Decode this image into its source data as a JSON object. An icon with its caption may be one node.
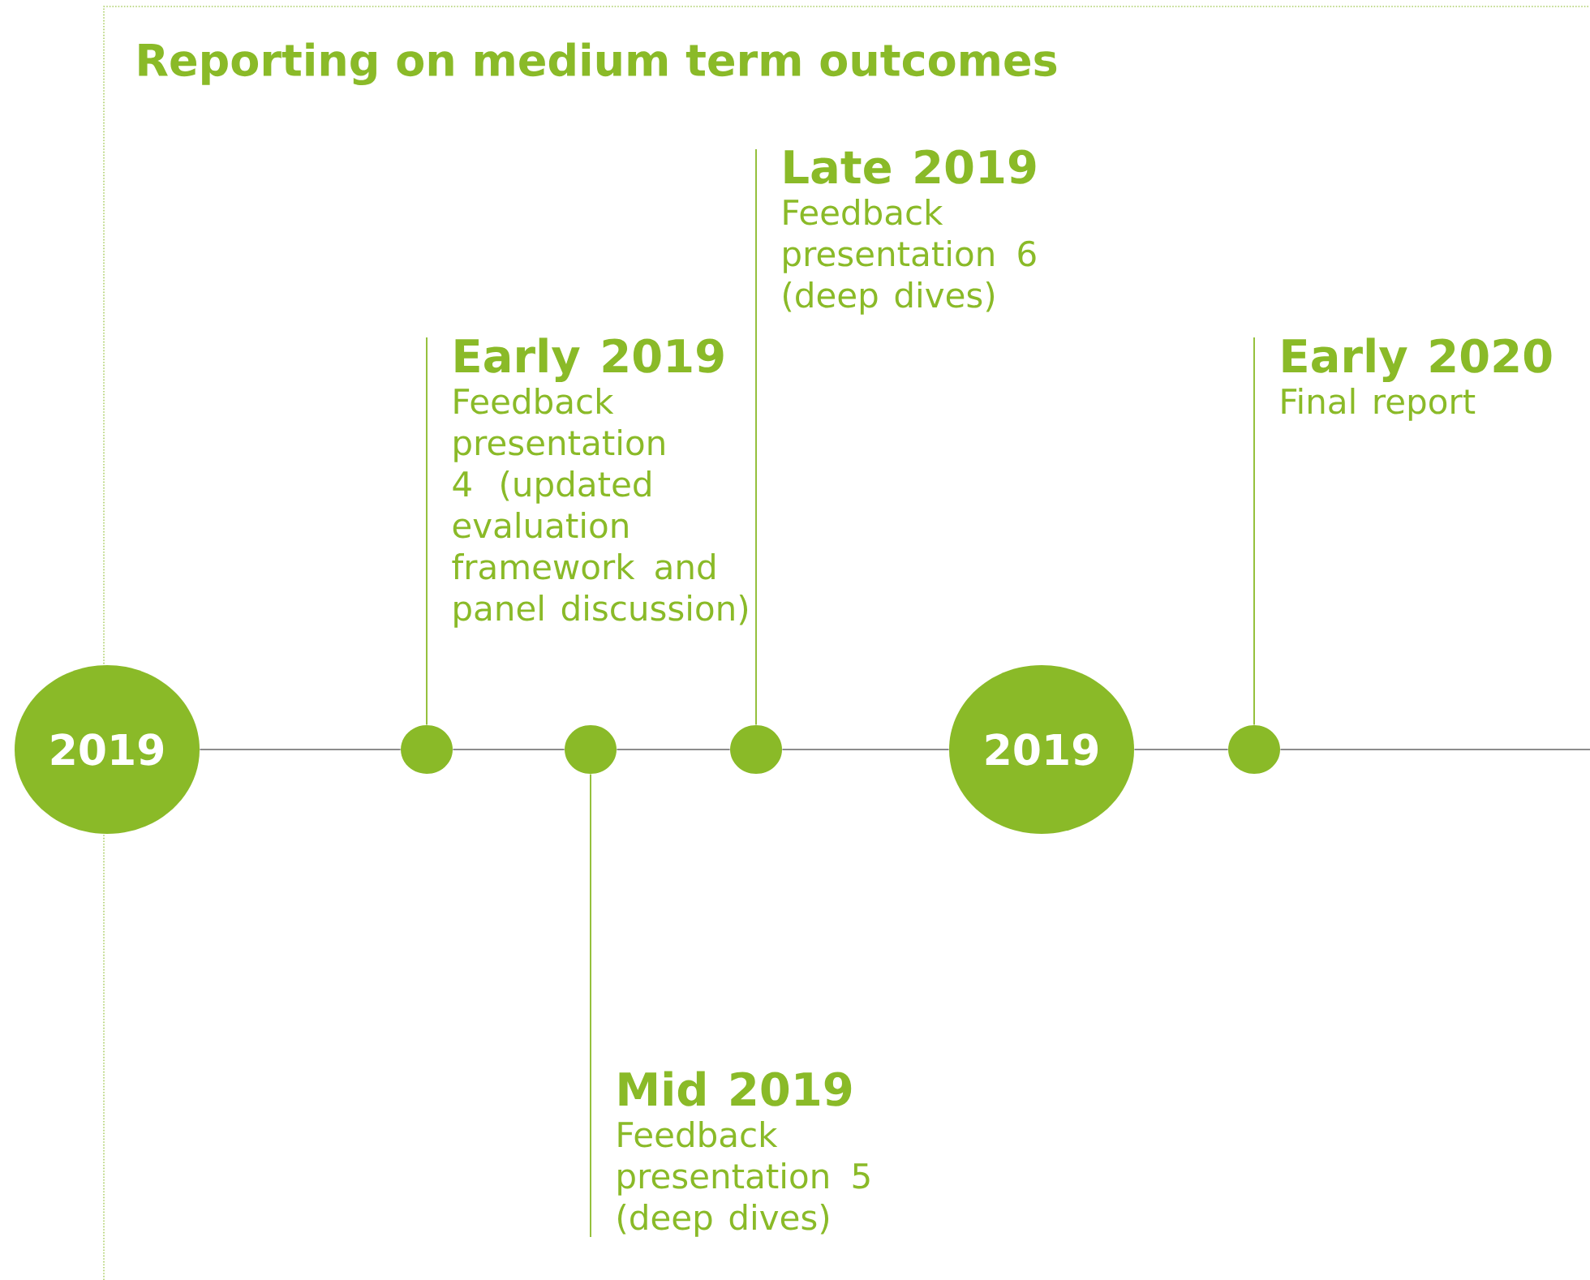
{
  "diagram": {
    "title": "Reporting on medium term outcomes",
    "nodes": [
      {
        "text": [
          "2019"
        ]
      },
      {
        "text": [],
        "shape": "circle"
      },
      {
        "text": [],
        "shape": "circle"
      },
      {
        "text": [],
        "shape": "circle"
      },
      {
        "text": [
          "2019"
        ]
      },
      {
        "text": [],
        "shape": "circle"
      },
      {
        "text": [
          "Early 2019",
          "Feedback presentation 4 (updated evaluation framework and panel discussion)"
        ]
      },
      {
        "text": [
          "Late 2019",
          "Feedback presentation 6 (deep dives)"
        ]
      },
      {
        "text": [
          "Mid 2019",
          "Feedback presentation 5 (deep dives)"
        ]
      },
      {
        "text": [
          "Early 2020",
          "Final report"
        ]
      }
    ],
    "edges": [
      {
        "from": 0,
        "to": 1,
        "arrow": "none"
      },
      {
        "from": 1,
        "to": 2,
        "arrow": "none"
      },
      {
        "from": 2,
        "to": 3,
        "arrow": "none"
      },
      {
        "from": 3,
        "to": 4,
        "arrow": "none"
      },
      {
        "from": 4,
        "to": 5,
        "arrow": "none"
      },
      {
        "from": 5,
        "to": null,
        "arrow": "none"
      },
      {
        "from": 6,
        "to": 1,
        "arrow": "none",
        "color": "#8aba28"
      },
      {
        "from": 7,
        "to": 3,
        "arrow": "none",
        "color": "#8aba28"
      },
      {
        "from": 8,
        "to": 2,
        "arrow": "none",
        "color": "#8aba28"
      },
      {
        "from": 9,
        "to": 5,
        "arrow": "none",
        "color": "#8aba28"
      }
    ]
  }
}
